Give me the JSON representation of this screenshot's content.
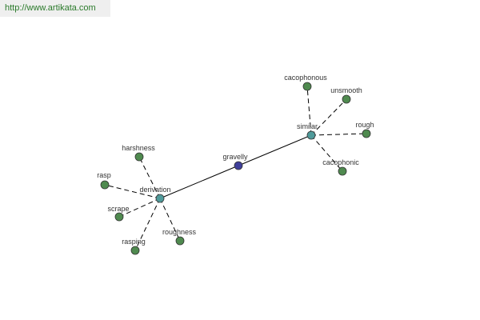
{
  "header": {
    "url": "http://www.artikata.com"
  },
  "graph": {
    "colors": {
      "center": "#3f3f9a",
      "hub": "#4f9a9a",
      "leaf": "#4f8a4f",
      "edge": "#000000"
    },
    "nodes": [
      {
        "id": "gravelly",
        "label": "gravelly",
        "kind": "center"
      },
      {
        "id": "derivation",
        "label": "derivation",
        "kind": "hub"
      },
      {
        "id": "similar",
        "label": "similar",
        "kind": "hub"
      },
      {
        "id": "harshness",
        "label": "harshness",
        "kind": "leaf"
      },
      {
        "id": "rasp",
        "label": "rasp",
        "kind": "leaf"
      },
      {
        "id": "scrape",
        "label": "scrape",
        "kind": "leaf"
      },
      {
        "id": "rasping",
        "label": "rasping",
        "kind": "leaf"
      },
      {
        "id": "roughness",
        "label": "roughness",
        "kind": "leaf"
      },
      {
        "id": "cacophonous",
        "label": "cacophonous",
        "kind": "leaf"
      },
      {
        "id": "unsmooth",
        "label": "unsmooth",
        "kind": "leaf"
      },
      {
        "id": "rough",
        "label": "rough",
        "kind": "leaf"
      },
      {
        "id": "cacophonic",
        "label": "cacophonic",
        "kind": "leaf"
      }
    ],
    "edges": [
      {
        "from": "gravelly",
        "to": "derivation",
        "style": "solid"
      },
      {
        "from": "gravelly",
        "to": "similar",
        "style": "solid"
      },
      {
        "from": "derivation",
        "to": "harshness",
        "style": "dashed"
      },
      {
        "from": "derivation",
        "to": "rasp",
        "style": "dashed"
      },
      {
        "from": "derivation",
        "to": "scrape",
        "style": "dashed"
      },
      {
        "from": "derivation",
        "to": "rasping",
        "style": "dashed"
      },
      {
        "from": "derivation",
        "to": "roughness",
        "style": "dashed"
      },
      {
        "from": "similar",
        "to": "cacophonous",
        "style": "dashed"
      },
      {
        "from": "similar",
        "to": "unsmooth",
        "style": "dashed"
      },
      {
        "from": "similar",
        "to": "rough",
        "style": "dashed"
      },
      {
        "from": "similar",
        "to": "cacophonic",
        "style": "dashed"
      }
    ]
  }
}
